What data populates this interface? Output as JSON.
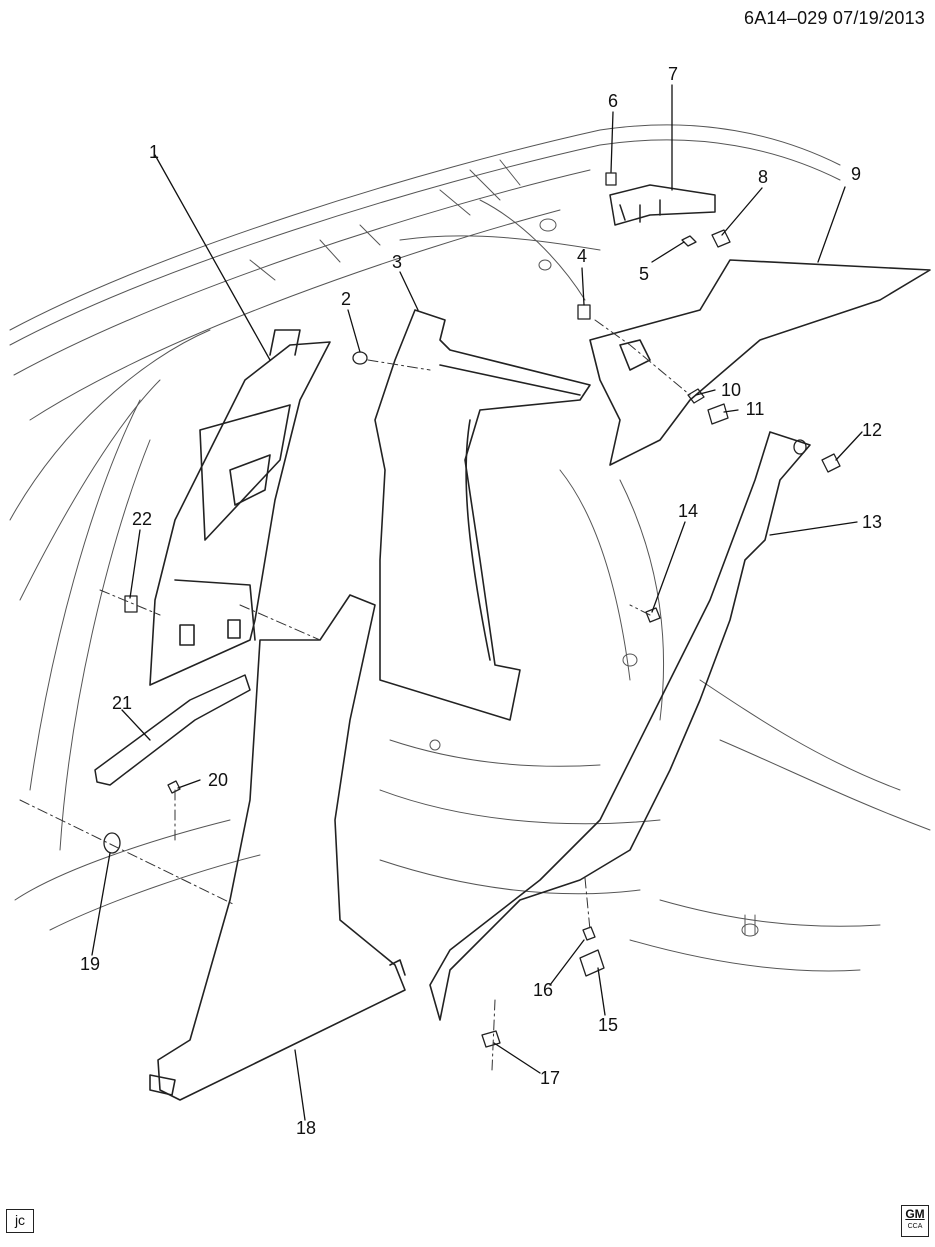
{
  "header": {
    "code": "6A14–029  07/19/2013"
  },
  "callouts": [
    {
      "id": "1",
      "label": "1"
    },
    {
      "id": "2",
      "label": "2"
    },
    {
      "id": "3",
      "label": "3"
    },
    {
      "id": "4",
      "label": "4"
    },
    {
      "id": "5",
      "label": "5"
    },
    {
      "id": "6",
      "label": "6"
    },
    {
      "id": "7",
      "label": "7"
    },
    {
      "id": "8",
      "label": "8"
    },
    {
      "id": "9",
      "label": "9"
    },
    {
      "id": "10",
      "label": "10"
    },
    {
      "id": "11",
      "label": "11"
    },
    {
      "id": "12",
      "label": "12"
    },
    {
      "id": "13",
      "label": "13"
    },
    {
      "id": "14",
      "label": "14"
    },
    {
      "id": "15",
      "label": "15"
    },
    {
      "id": "16",
      "label": "16"
    },
    {
      "id": "17",
      "label": "17"
    },
    {
      "id": "18",
      "label": "18"
    },
    {
      "id": "19",
      "label": "19"
    },
    {
      "id": "20",
      "label": "20"
    },
    {
      "id": "21",
      "label": "21"
    },
    {
      "id": "22",
      "label": "22"
    }
  ],
  "footer": {
    "tag": "jc",
    "logo_text": "GM",
    "logo_sub": "CCA"
  }
}
